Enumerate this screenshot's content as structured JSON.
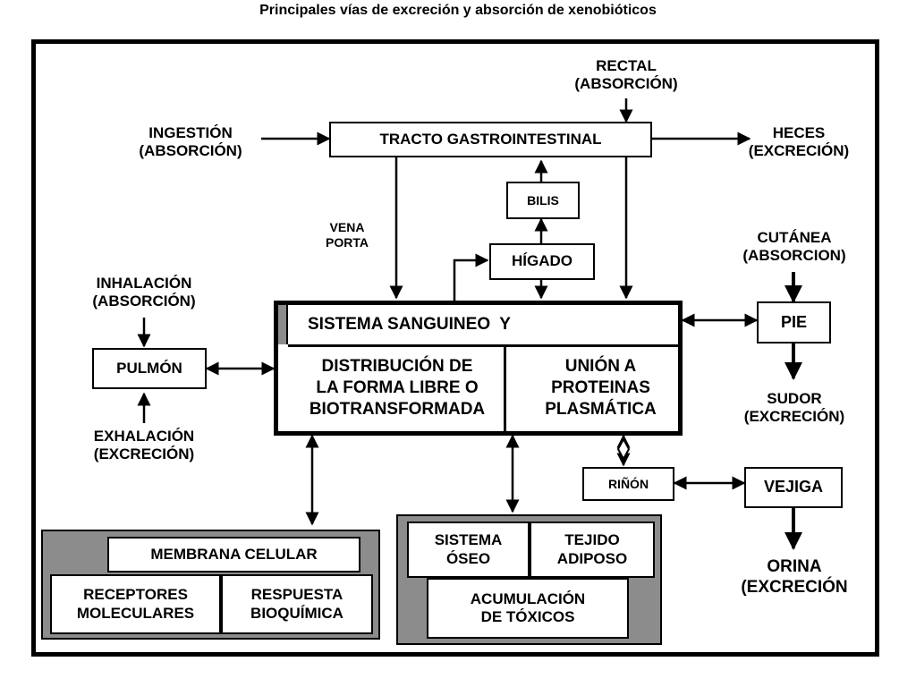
{
  "title": "Principales vías de excreción y absorción de xenobióticos",
  "nodes": {
    "rectal": "RECTAL\n(ABSORCIÓN)",
    "ingestion": "INGESTIÓN\n(ABSORCIÓN)",
    "tracto": "TRACTO GASTROINTESTINAL",
    "heces": "HECES\n(EXCRECIÓN)",
    "bilis": "BILIS",
    "vena_porta": "VENA\nPORTA",
    "higado": "HÍGADO",
    "cutanea": "CUTÁNEA\n(ABSORCION)",
    "inhalacion": "INHALACIÓN\n(ABSORCIÓN)",
    "sistema_sanguineo": "SISTEMA SANGUINEO  Y",
    "distribucion": "DISTRIBUCIÓN DE\nLA FORMA LIBRE O\nBIOTRANSFORMADA",
    "union": "UNIÓN A\nPROTEINAS\nPLASMÁTICA",
    "pie": "PIE",
    "pulmon": "PULMÓN",
    "sudor": "SUDOR\n(EXCRECIÓN)",
    "exhalacion": "EXHALACIÓN\n(EXCRECIÓN)",
    "rinon": "RIÑÓN",
    "vejiga": "VEJIGA",
    "orina": "ORINA\n(EXCRECIÓN",
    "membrana": "MEMBRANA CELULAR",
    "receptores": "RECEPTORES\nMOLECULARES",
    "respuesta": "RESPUESTA\nBIOQUÍMICA",
    "sistema_oseo": "SISTEMA\nÓSEO",
    "tejido_adiposo": "TEJIDO\nADIPOSO",
    "acumulacion": "ACUMULACIÓN\nDE TÓXICOS"
  }
}
